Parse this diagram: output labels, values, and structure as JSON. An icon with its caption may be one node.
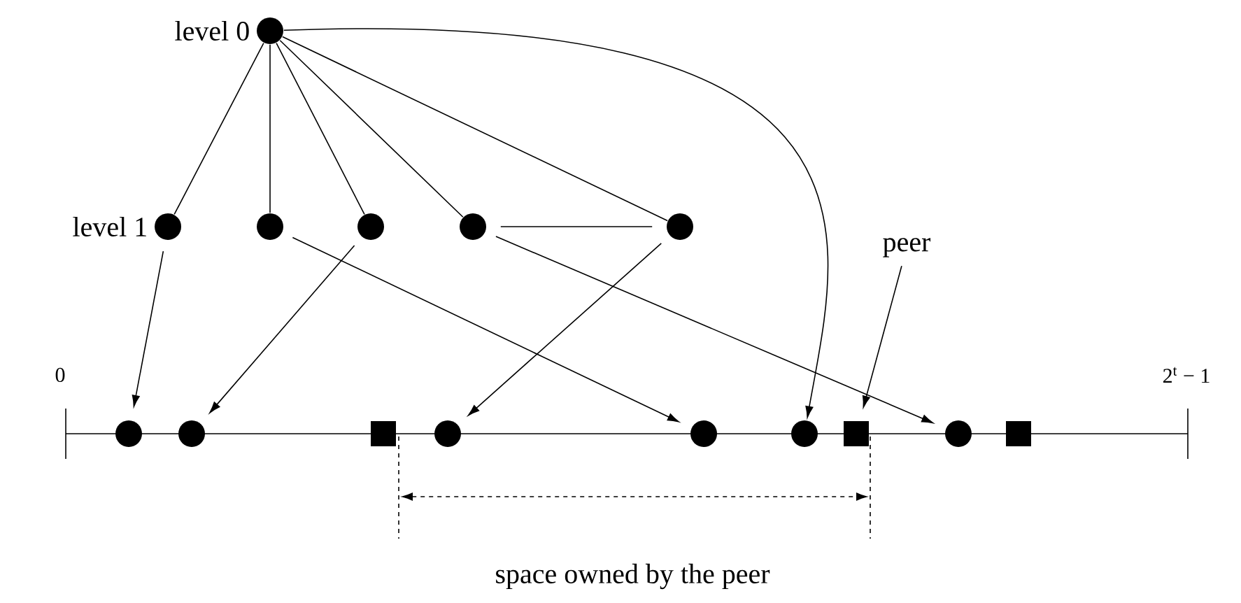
{
  "diagram": {
    "nodes": [
      {
        "text": [],
        "shape": "circle",
        "beside": [
          "level 0"
        ]
      },
      {
        "text": [],
        "shape": "circle",
        "beside": [
          "level 1"
        ]
      },
      {
        "text": [],
        "shape": "circle"
      },
      {
        "text": [],
        "shape": "circle"
      },
      {
        "text": [],
        "shape": "circle"
      },
      {
        "text": [],
        "shape": "circle"
      },
      {
        "text": [],
        "shape": "circle"
      },
      {
        "text": [],
        "shape": "circle"
      },
      {
        "text": [],
        "shape": "box"
      },
      {
        "text": [],
        "shape": "circle"
      },
      {
        "text": [],
        "shape": "circle"
      },
      {
        "text": [],
        "shape": "circle"
      },
      {
        "text": [],
        "shape": "box"
      },
      {
        "text": [],
        "shape": "circle"
      },
      {
        "text": [],
        "shape": "box"
      },
      {
        "text": [
          "peer"
        ]
      }
    ],
    "edges": [
      {
        "from": 0,
        "to": 1,
        "arrow": "none"
      },
      {
        "from": 0,
        "to": 2,
        "arrow": "none"
      },
      {
        "from": 0,
        "to": 3,
        "arrow": "none"
      },
      {
        "from": 0,
        "to": 4,
        "arrow": "none"
      },
      {
        "from": 0,
        "to": 5,
        "arrow": "none"
      },
      {
        "from": 0,
        "to": 11,
        "arrow": "to"
      },
      {
        "from": 4,
        "to": 5,
        "arrow": "none"
      },
      {
        "from": 1,
        "to": 6,
        "arrow": "to"
      },
      {
        "from": 3,
        "to": 7,
        "arrow": "to"
      },
      {
        "from": 5,
        "to": 9,
        "arrow": "to"
      },
      {
        "from": 2,
        "to": 10,
        "arrow": "to"
      },
      {
        "from": 4,
        "to": 13,
        "arrow": "to"
      },
      {
        "from": 15,
        "to": 12,
        "arrow": "to"
      }
    ],
    "labels": [
      "0",
      "2$^{t}$ − 1",
      "space owned by the peer"
    ]
  }
}
